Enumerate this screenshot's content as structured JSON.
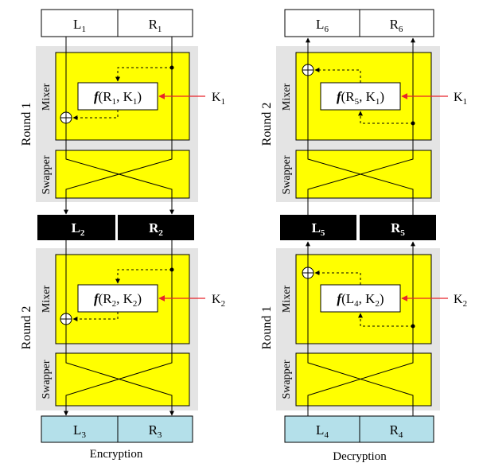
{
  "encryption": {
    "caption": "Encryption",
    "input": {
      "left": "L",
      "left_sub": "1",
      "right": "R",
      "right_sub": "1"
    },
    "middle": {
      "left": "L",
      "left_sub": "2",
      "right": "R",
      "right_sub": "2"
    },
    "output": {
      "left": "L",
      "left_sub": "3",
      "right": "R",
      "right_sub": "3"
    },
    "round1": {
      "round_label": "Round 1",
      "mixer_label": "Mixer",
      "swapper_label": "Swapper",
      "f_prefix": "f",
      "f_open": "(R",
      "f_arg_sub": "1",
      "f_mid": ", K",
      "f_key_sub": "1",
      "f_close": ")",
      "key": "K",
      "key_sub": "1"
    },
    "round2": {
      "round_label": "Round 2",
      "mixer_label": "Mixer",
      "swapper_label": "Swapper",
      "f_prefix": "f",
      "f_open": "(R",
      "f_arg_sub": "2",
      "f_mid": ", K",
      "f_key_sub": "2",
      "f_close": ")",
      "key": "K",
      "key_sub": "2"
    }
  },
  "decryption": {
    "caption": "Decryption",
    "output": {
      "left": "L",
      "left_sub": "6",
      "right": "R",
      "right_sub": "6"
    },
    "middle": {
      "left": "L",
      "left_sub": "5",
      "right": "R",
      "right_sub": "5"
    },
    "input": {
      "left": "L",
      "left_sub": "4",
      "right": "R",
      "right_sub": "4"
    },
    "round_top": {
      "round_label": "Round 2",
      "mixer_label": "Mixer",
      "swapper_label": "Swapper",
      "f_prefix": "f",
      "f_open": "(R",
      "f_arg_sub": "5",
      "f_mid": ", K",
      "f_key_sub": "1",
      "f_close": ")",
      "key": "K",
      "key_sub": "1"
    },
    "round_bottom": {
      "round_label": "Round 1",
      "mixer_label": "Mixer",
      "swapper_label": "Swapper",
      "f_prefix": "f",
      "f_open": "(L",
      "f_arg_sub": "4",
      "f_mid": ", K",
      "f_key_sub": "2",
      "f_close": ")",
      "key": "K",
      "key_sub": "2"
    }
  },
  "colors": {
    "mixer_fill": "#ffff00",
    "panel": "#e4e4e4",
    "black_box": "#000000",
    "cyan_box": "#b4e0ea",
    "key_arrow": "#e8232a"
  }
}
